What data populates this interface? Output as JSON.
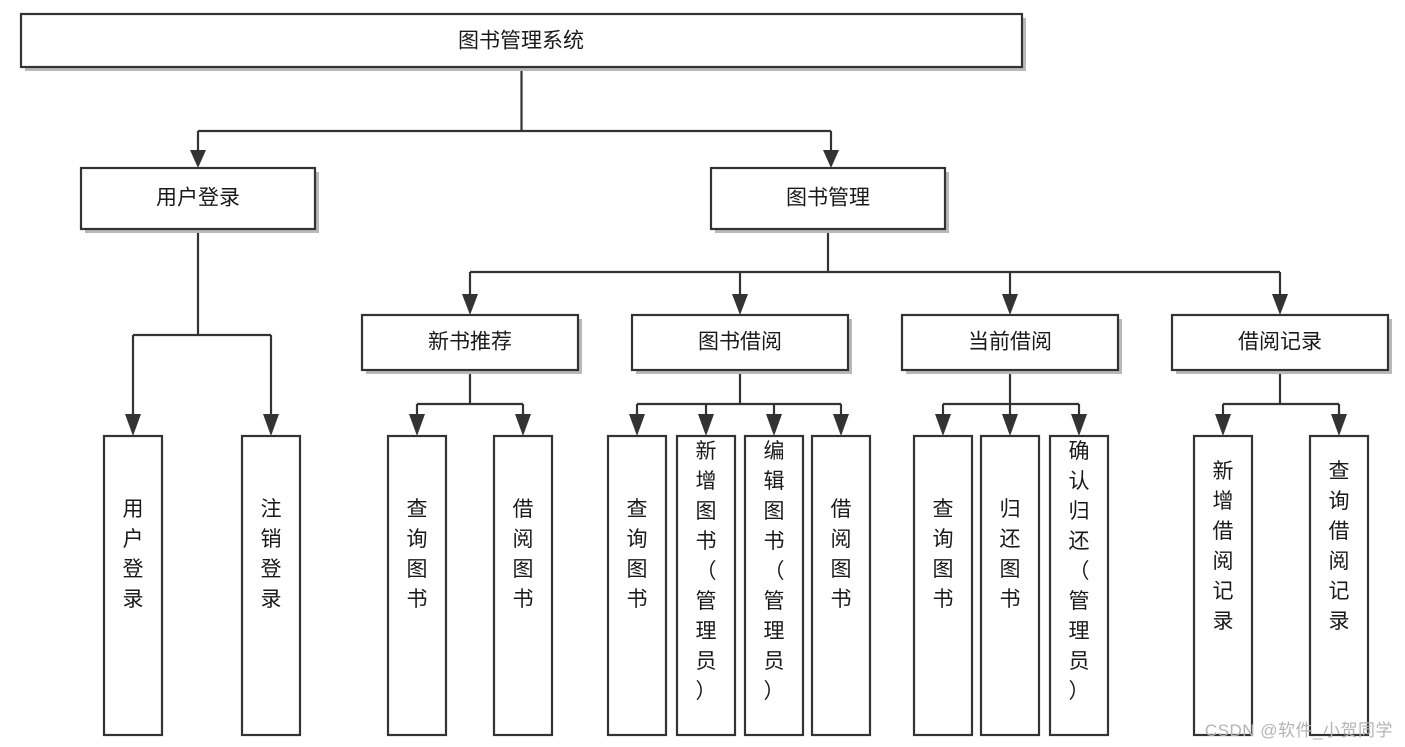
{
  "diagram": {
    "title": "图书管理系统",
    "type": "tree",
    "orientation": "top-down",
    "watermark": "CSDN @软件_小贺同学",
    "colors": {
      "background": "#ffffff",
      "box_fill": "#ffffff",
      "box_stroke": "#333333",
      "box_shadow": "#b9b9b9",
      "text": "#1a1a1a",
      "watermark": "#b4b4b4"
    },
    "root": {
      "id": "root",
      "label": "图书管理系统",
      "orientation": "horizontal"
    },
    "level2": [
      {
        "id": "user-login",
        "label": "用户登录",
        "orientation": "horizontal"
      },
      {
        "id": "book-manage",
        "label": "图书管理",
        "orientation": "horizontal"
      }
    ],
    "level3": [
      {
        "id": "new-book-recommend",
        "label": "新书推荐",
        "parent": "book-manage",
        "orientation": "horizontal"
      },
      {
        "id": "book-borrow",
        "label": "图书借阅",
        "parent": "book-manage",
        "orientation": "horizontal"
      },
      {
        "id": "current-borrow",
        "label": "当前借阅",
        "parent": "book-manage",
        "orientation": "horizontal"
      },
      {
        "id": "borrow-record",
        "label": "借阅记录",
        "parent": "book-manage",
        "orientation": "horizontal"
      }
    ],
    "leaves": [
      {
        "id": "leaf-user-login",
        "label": "用户登录",
        "parent": "user-login",
        "orientation": "vertical"
      },
      {
        "id": "leaf-logout-login",
        "label": "注销登录",
        "parent": "user-login",
        "orientation": "vertical"
      },
      {
        "id": "leaf-query-book-1",
        "label": "查询图书",
        "parent": "new-book-recommend",
        "orientation": "vertical"
      },
      {
        "id": "leaf-borrow-book-1",
        "label": "借阅图书",
        "parent": "new-book-recommend",
        "orientation": "vertical"
      },
      {
        "id": "leaf-query-book-2",
        "label": "查询图书",
        "parent": "book-borrow",
        "orientation": "vertical"
      },
      {
        "id": "leaf-add-book",
        "label": "新增图书（管理员）",
        "parent": "book-borrow",
        "orientation": "vertical"
      },
      {
        "id": "leaf-edit-book",
        "label": "编辑图书（管理员）",
        "parent": "book-borrow",
        "orientation": "vertical"
      },
      {
        "id": "leaf-borrow-book-2",
        "label": "借阅图书",
        "parent": "book-borrow",
        "orientation": "vertical"
      },
      {
        "id": "leaf-query-book-3",
        "label": "查询图书",
        "parent": "current-borrow",
        "orientation": "vertical"
      },
      {
        "id": "leaf-return-book",
        "label": "归还图书",
        "parent": "current-borrow",
        "orientation": "vertical"
      },
      {
        "id": "leaf-confirm-return",
        "label": "确认归还（管理员）",
        "parent": "current-borrow",
        "orientation": "vertical"
      },
      {
        "id": "leaf-add-record",
        "label": "新增借阅记录",
        "parent": "borrow-record",
        "orientation": "vertical"
      },
      {
        "id": "leaf-query-record",
        "label": "查询借阅记录",
        "parent": "borrow-record",
        "orientation": "vertical"
      }
    ]
  }
}
